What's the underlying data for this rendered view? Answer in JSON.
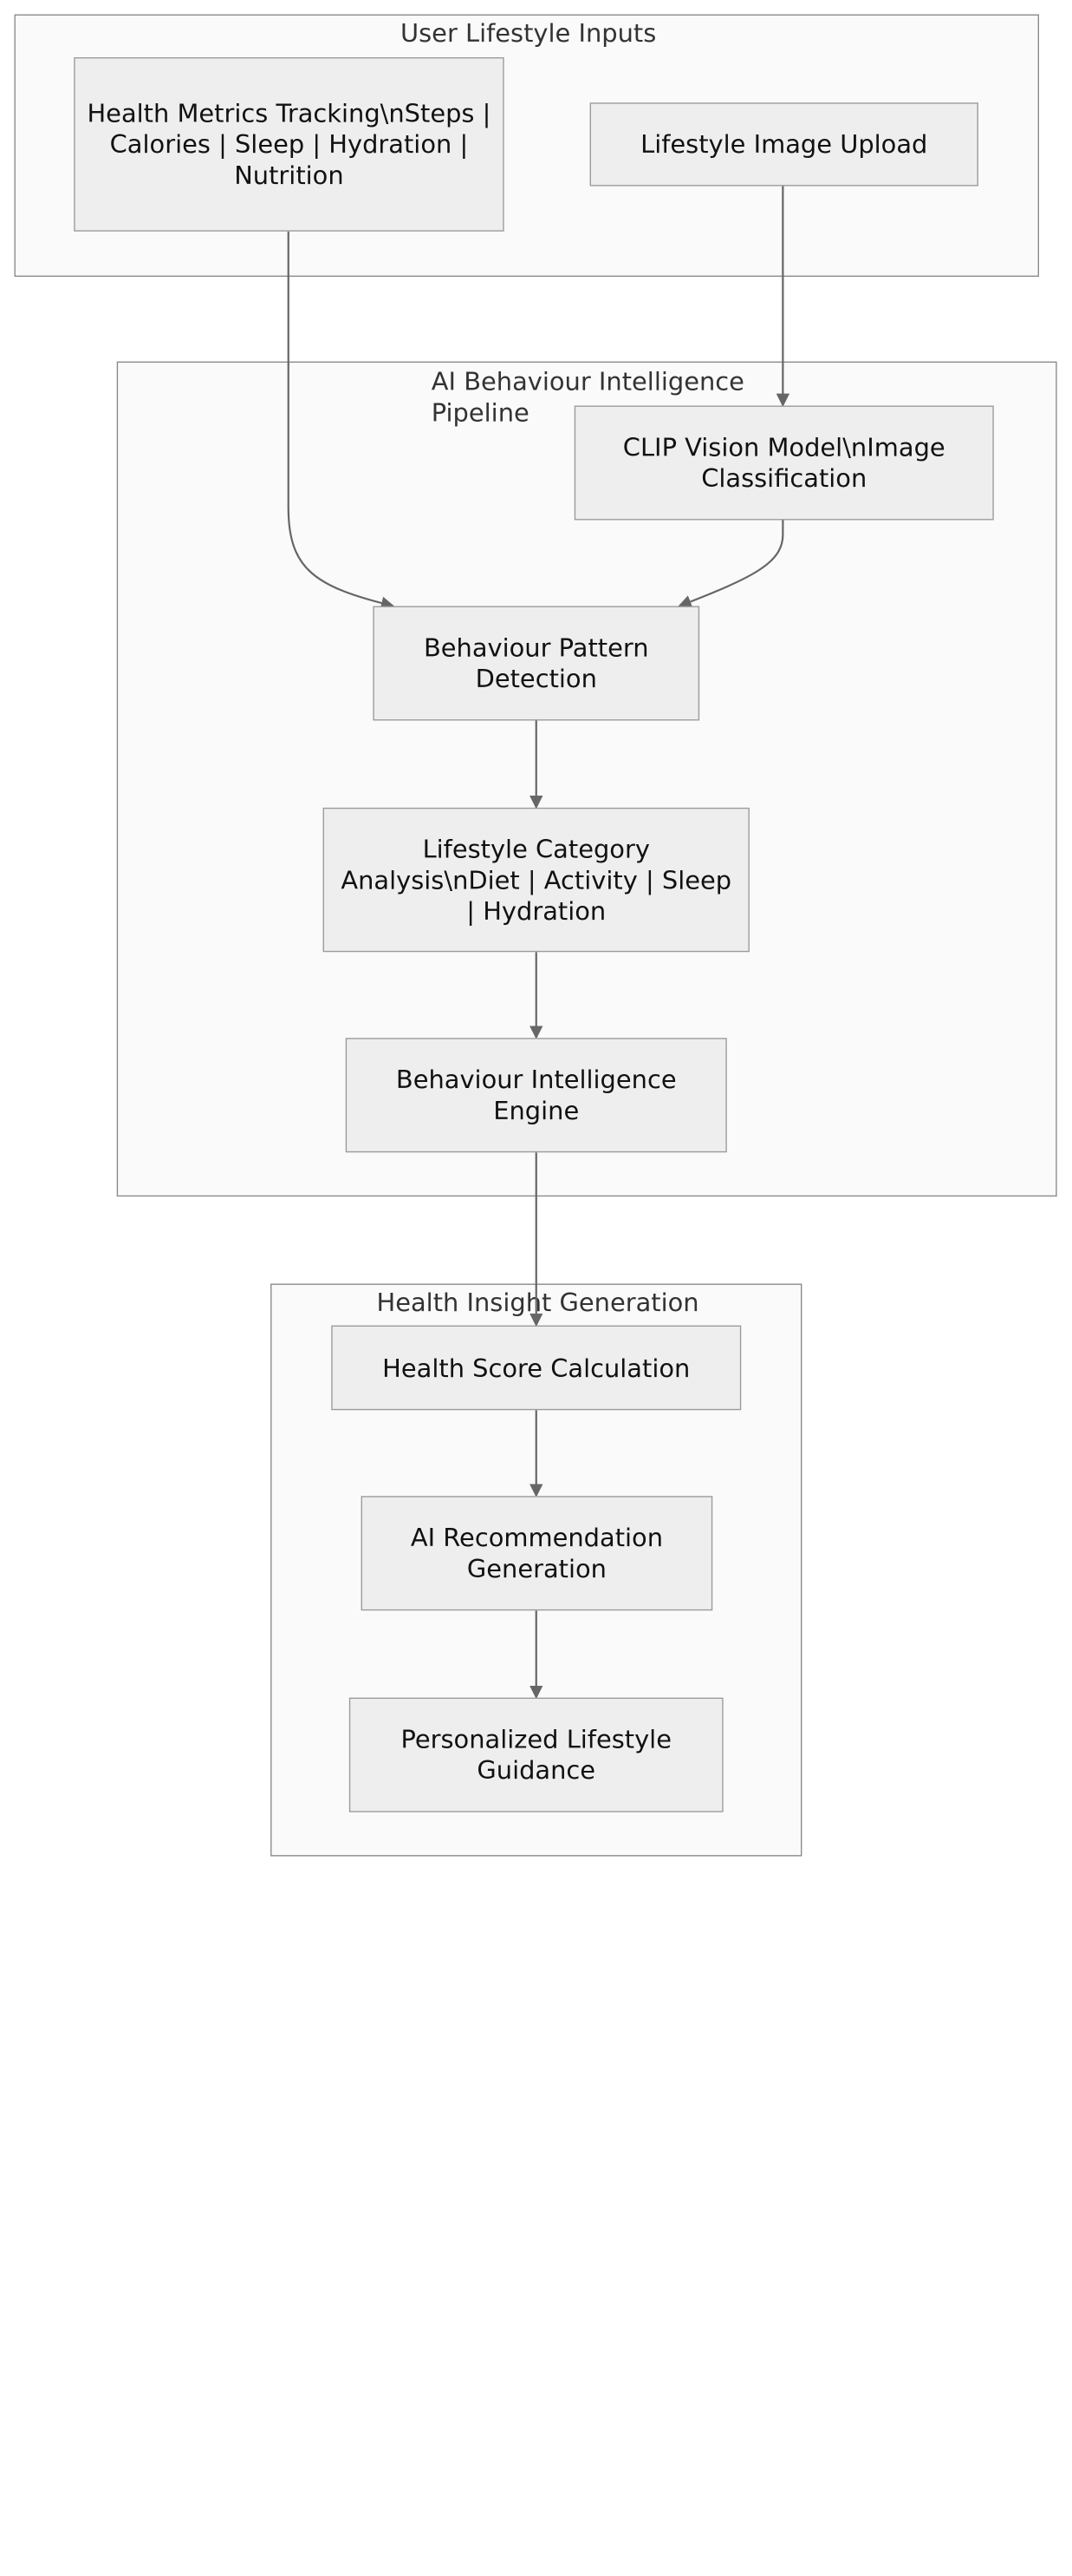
{
  "clusters": {
    "inputs": {
      "title": "User Lifestyle Inputs"
    },
    "pipeline": {
      "title": "AI Behaviour Intelligence\nPipeline"
    },
    "insight": {
      "title": "Health Insight Generation"
    }
  },
  "nodes": {
    "health_metrics": "Health Metrics Tracking\\nSteps | Calories | Sleep | Hydration | Nutrition",
    "image_upload": "Lifestyle Image Upload",
    "clip_model": "CLIP Vision Model\\nImage Classification",
    "pattern_detection": "Behaviour Pattern Detection",
    "category_analysis": "Lifestyle Category Analysis\\nDiet | Activity | Sleep | Hydration",
    "intelligence_engine": "Behaviour Intelligence Engine",
    "health_score": "Health Score Calculation",
    "recommendation": "AI Recommendation Generation",
    "guidance": "Personalized Lifestyle Guidance"
  },
  "colors": {
    "cluster_fill": "#fafafa",
    "cluster_border": "#8a8a8a",
    "node_fill": "#eeeeee",
    "node_border": "#9b9b9b",
    "edge": "#666666"
  }
}
